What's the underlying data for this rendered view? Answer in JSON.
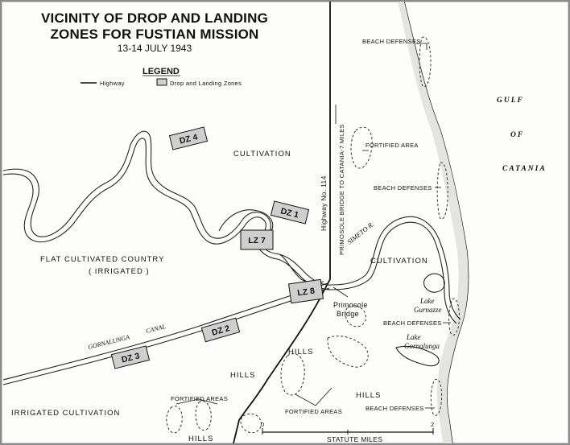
{
  "title": {
    "line1": "VICINITY OF DROP AND LANDING",
    "line2": "ZONES FOR FUSTIAN MISSION",
    "date": "13-14 JULY 1943"
  },
  "legend": {
    "heading": "LEGEND",
    "highway": "Highway",
    "zones": "Drop and Landing Zones"
  },
  "zones": {
    "dz4": "DZ 4",
    "dz1": "DZ 1",
    "lz7": "LZ 7",
    "lz8": "LZ 8",
    "dz2": "DZ 2",
    "dz3": "DZ 3"
  },
  "labels": {
    "cultivation_north": "CULTIVATION",
    "flat_country": "FLAT CULTIVATED COUNTRY",
    "irrigated": "( IRRIGATED )",
    "highway_no": "Highway  No. 114",
    "primosole_to_catania": "PRIMOSOLE BRIDGE TO CATANIA-7 MILES",
    "simeto": "SIMETO  R.",
    "cultivation_east": "CULTIVATION",
    "lake_gurnazze_1": "Lake",
    "lake_gurnazze_2": "Gurnazze",
    "primosole_1": "Primosole",
    "primosole_2": "Bridge",
    "gornalunga_canal_1": "GORNALUNGA",
    "gornalunga_canal_2": "CANAL",
    "lake_gornalunga_1": "Lake",
    "lake_gornalunga_2": "Gornalunga",
    "hills_1": "HILLS",
    "hills_2": "HILLS",
    "hills_3": "HILLS",
    "hills_4": "HILLS",
    "irrigated_cultivation": "IRRIGATED  CULTIVATION",
    "fortified_areas_sw": "FORTIFIED AREAS",
    "fortified_areas_s": "FORTIFIED  AREAS",
    "fortified_area_n": "FORTIFIED AREA",
    "beach_def_1": "BEACH DEFENSES",
    "beach_def_2": "BEACH DEFENSES",
    "beach_def_3": "BEACH DEFENSES",
    "beach_def_4": "BEACH DEFENSES",
    "gulf_1": "GULF",
    "gulf_2": "OF",
    "gulf_3": "CATANIA"
  },
  "scale": {
    "label": "STATUTE MILES",
    "start": "0",
    "end": "2"
  },
  "colors": {
    "zone_fill": "#cfcfcf",
    "ink": "#111111",
    "paper": "#fdfdfb"
  }
}
